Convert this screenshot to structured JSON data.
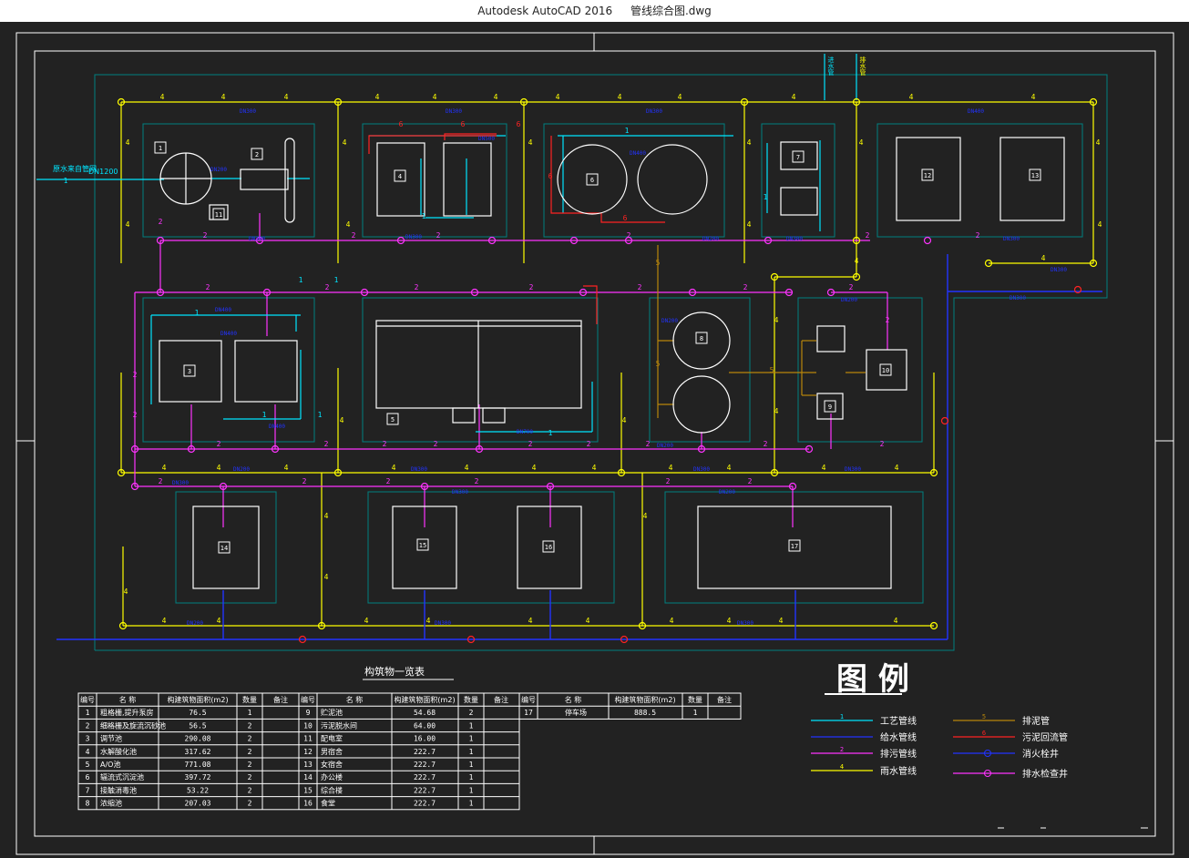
{
  "window": {
    "app_title": "Autodesk AutoCAD 2016",
    "file_name": "管线综合图.dwg"
  },
  "colors": {
    "background": "#222222",
    "frame": "#ffffff",
    "process": "#00e5ff",
    "water_supply": "#ffff00",
    "sewage": "#ff33ff",
    "rain": "#ffff00",
    "drain": "#b8860b",
    "sludge_return": "#ff2222",
    "fire_hydrant": "#2233ff",
    "outline": "#008080"
  },
  "structures": [
    {
      "no": "1"
    },
    {
      "no": "2"
    },
    {
      "no": "3"
    },
    {
      "no": "4"
    },
    {
      "no": "5"
    },
    {
      "no": "6"
    },
    {
      "no": "7"
    },
    {
      "no": "8"
    },
    {
      "no": "9"
    },
    {
      "no": "10"
    },
    {
      "no": "11"
    },
    {
      "no": "12"
    },
    {
      "no": "13"
    },
    {
      "no": "14"
    },
    {
      "no": "15"
    },
    {
      "no": "16"
    },
    {
      "no": "17"
    }
  ],
  "pipe_marks": {
    "process": "1",
    "sewage": "2",
    "water": "4",
    "drain": "5",
    "sludge": "6"
  },
  "dn_labels": [
    "DN300",
    "DN300",
    "DN300",
    "DN200",
    "DN400",
    "DN300",
    "DN500",
    "DN300",
    "DN400",
    "DN700",
    "DN400",
    "DN400",
    "DN200",
    "DN300",
    "DN300",
    "DN400",
    "DN300",
    "DN300",
    "DN200",
    "DN300",
    "DN300",
    "DN300",
    "DN300",
    "DN300",
    "DN200",
    "DN200",
    "DN300",
    "DN300",
    "DN200",
    "DN200",
    "DN200"
  ],
  "plan_labels": {
    "incoming": "原水来自管网",
    "incoming_dn": "DN1200",
    "top_pipe_a": "进水管",
    "top_pipe_b": "排水管"
  },
  "table": {
    "title": "构筑物一览表",
    "headers": [
      "编号",
      "名  称",
      "构建筑物面积(m2)",
      "数量",
      "备注"
    ],
    "left": [
      {
        "no": "1",
        "name": "粗格栅,提升泵房",
        "area": "76.5",
        "qty": "1",
        "note": ""
      },
      {
        "no": "2",
        "name": "细格栅及旋流沉砂池",
        "area": "56.5",
        "qty": "2",
        "note": ""
      },
      {
        "no": "3",
        "name": "调节池",
        "area": "290.08",
        "qty": "2",
        "note": ""
      },
      {
        "no": "4",
        "name": "水解酸化池",
        "area": "317.62",
        "qty": "2",
        "note": ""
      },
      {
        "no": "5",
        "name": "A/O池",
        "area": "771.08",
        "qty": "2",
        "note": ""
      },
      {
        "no": "6",
        "name": "辐流式沉淀池",
        "area": "397.72",
        "qty": "2",
        "note": ""
      },
      {
        "no": "7",
        "name": "接触消毒池",
        "area": "53.22",
        "qty": "2",
        "note": ""
      },
      {
        "no": "8",
        "name": "浓缩池",
        "area": "207.03",
        "qty": "2",
        "note": ""
      }
    ],
    "middle": [
      {
        "no": "9",
        "name": "贮泥池",
        "area": "54.68",
        "qty": "2",
        "note": ""
      },
      {
        "no": "10",
        "name": "污泥脱水间",
        "area": "64.00",
        "qty": "1",
        "note": ""
      },
      {
        "no": "11",
        "name": "配电室",
        "area": "16.00",
        "qty": "1",
        "note": ""
      },
      {
        "no": "12",
        "name": "男宿舍",
        "area": "222.7",
        "qty": "1",
        "note": ""
      },
      {
        "no": "13",
        "name": "女宿舍",
        "area": "222.7",
        "qty": "1",
        "note": ""
      },
      {
        "no": "14",
        "name": "办公楼",
        "area": "222.7",
        "qty": "1",
        "note": ""
      },
      {
        "no": "15",
        "name": "综合楼",
        "area": "222.7",
        "qty": "1",
        "note": ""
      },
      {
        "no": "16",
        "name": "食堂",
        "area": "222.7",
        "qty": "1",
        "note": ""
      }
    ],
    "right": [
      {
        "no": "17",
        "name": "停车场",
        "area": "888.5",
        "qty": "1",
        "note": ""
      }
    ]
  },
  "legend": {
    "title": "图 例",
    "items": [
      {
        "mark": "1",
        "label": "工艺管线",
        "color": "process"
      },
      {
        "mark": "",
        "label": "给水管线",
        "color": "fire_hydrant"
      },
      {
        "mark": "2",
        "label": "排污管线",
        "color": "sewage"
      },
      {
        "mark": "4",
        "label": "雨水管线",
        "color": "rain"
      },
      {
        "mark": "5",
        "label": "排泥管",
        "color": "drain"
      },
      {
        "mark": "6",
        "label": "污泥回流管",
        "color": "sludge_return"
      },
      {
        "mark": "",
        "label": "消火栓井",
        "color": "fire_hydrant"
      },
      {
        "mark": "",
        "label": "排水检查井",
        "color": "sewage"
      }
    ]
  }
}
